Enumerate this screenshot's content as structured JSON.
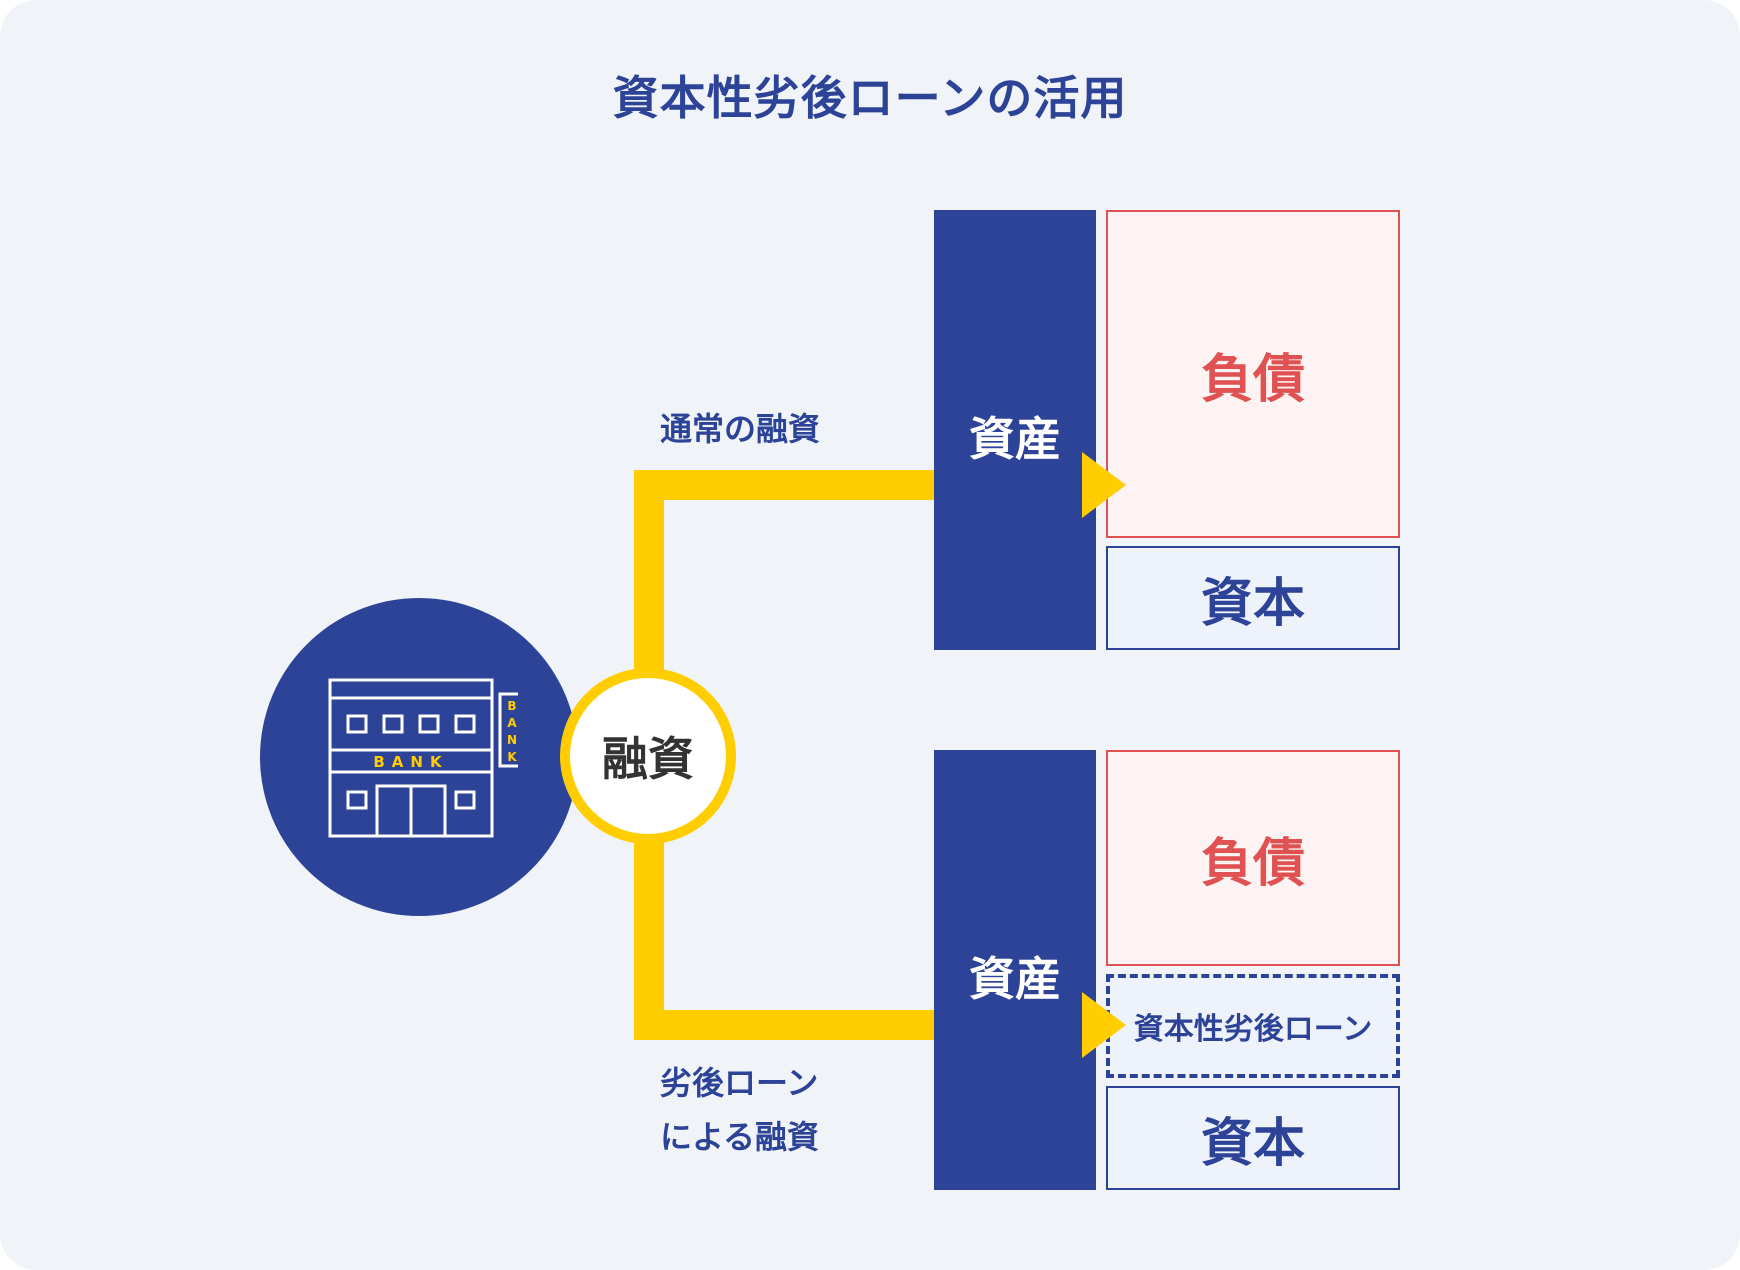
{
  "title": "資本性劣後ローンの活用",
  "center": {
    "loan_label": "融資",
    "bank_sign_text": "BANK",
    "bank_vertical_sign": [
      "B",
      "A",
      "N",
      "K"
    ]
  },
  "paths": {
    "normal_label": "通常の融資",
    "subordinated_label_line1": "劣後ローン",
    "subordinated_label_line2": "による融資"
  },
  "balance_top": {
    "assets": "資産",
    "liabilities": "負債",
    "capital": "資本"
  },
  "balance_bottom": {
    "assets": "資産",
    "liabilities": "負債",
    "subordinated_loan": "資本性劣後ローン",
    "capital": "資本"
  },
  "colors": {
    "navy": "#2c4397",
    "yellow": "#ffcd00",
    "red": "#e05252",
    "background": "#f0f4f8"
  }
}
